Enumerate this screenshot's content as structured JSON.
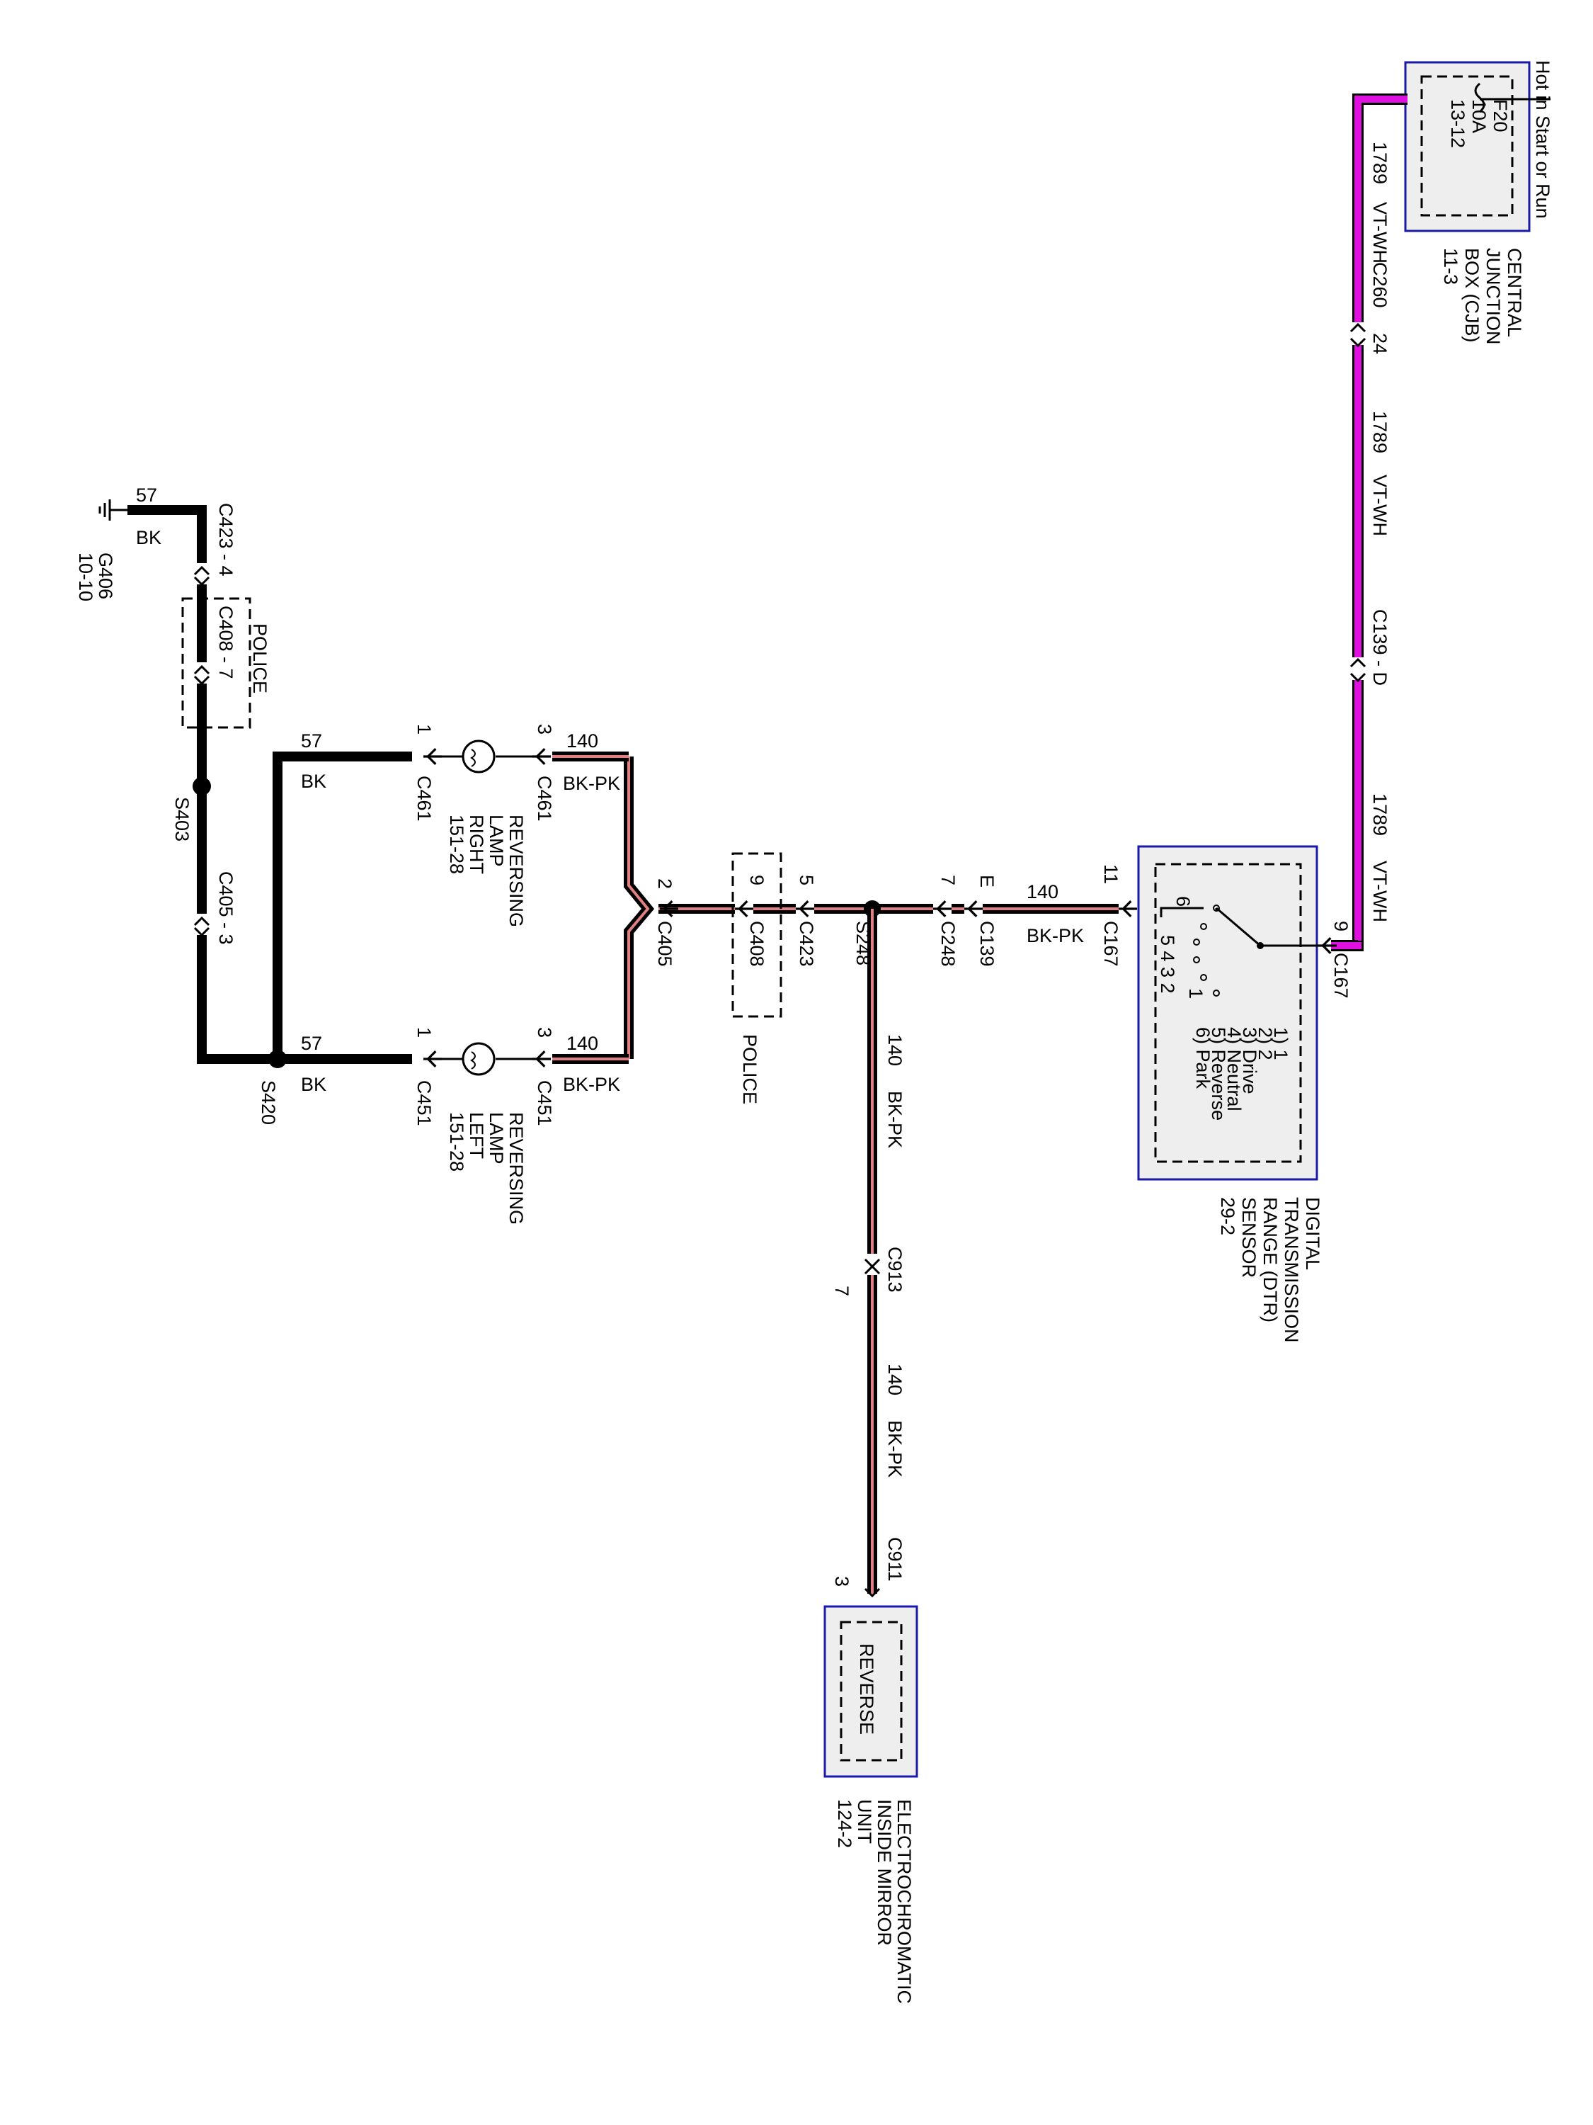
{
  "fuse": {
    "power_label": "Hot in Start or Run",
    "fuse_id": "F20",
    "rating": "10A",
    "ref": "13-12",
    "module_name_1": "CENTRAL",
    "module_name_2": "JUNCTION",
    "module_name_3": "BOX (CJB)",
    "module_page": "11-3"
  },
  "wires": {
    "circuit_1789": "1789",
    "color_vtwh": "VT-WH",
    "circuit_140": "140",
    "color_bkpk": "BK-PK",
    "circuit_57": "57",
    "color_bk": "BK"
  },
  "connectors": {
    "c260": "C260",
    "c260_pin": "24",
    "c139_d": "C139 - D",
    "c167": "C167",
    "c167_pin_in": "9",
    "c167_pin_out": "11",
    "c139": "C139",
    "c139_pin": "E",
    "c248": "C248",
    "c248_pin": "7",
    "s248": "S248",
    "c423": "C423",
    "c423_pin": "5",
    "c408": "C408",
    "c408_pin": "9",
    "police": "POLICE",
    "c405": "C405",
    "c405_pin": "2",
    "c461": "C461",
    "c461_pin_a": "3",
    "c461_pin_b": "1",
    "c451": "C451",
    "c451_pin_a": "3",
    "c451_pin_b": "1",
    "s420": "S420",
    "s403": "S403",
    "c405_3": "C405 - 3",
    "c408_7": "C408 - 7",
    "c423_4": "C423 - 4",
    "g406": "G406",
    "g406_ref": "10-10",
    "c913": "C913",
    "c913_pin": "7",
    "c911": "C911",
    "c911_pin": "3"
  },
  "dtr": {
    "positions": [
      "1) 1",
      "2) 2",
      "3) Drive",
      "4) Neutral",
      "5) Reverse",
      "6) Park"
    ],
    "contact_6": "6",
    "contacts_row": "5  4  3  2",
    "contact_1": "1",
    "name_1": "DIGITAL",
    "name_2": "TRANSMISSION",
    "name_3": "RANGE (DTR)",
    "name_4": "SENSOR",
    "page": "29-2"
  },
  "lamps": {
    "right_1": "REVERSING",
    "right_2": "LAMP",
    "right_3": "RIGHT",
    "right_page": "151-28",
    "left_1": "REVERSING",
    "left_2": "LAMP",
    "left_3": "LEFT",
    "left_page": "151-28"
  },
  "mirror": {
    "reverse": "REVERSE",
    "name_1": "ELECTROCHROMATIC",
    "name_2": "INSIDE MIRROR",
    "name_3": "UNIT",
    "page": "124-2"
  },
  "colors": {
    "wire_violet": "#e010e0",
    "wire_pink": "#e08080",
    "module_border": "#1a1aa8",
    "module_fill": "#eeeeee"
  }
}
